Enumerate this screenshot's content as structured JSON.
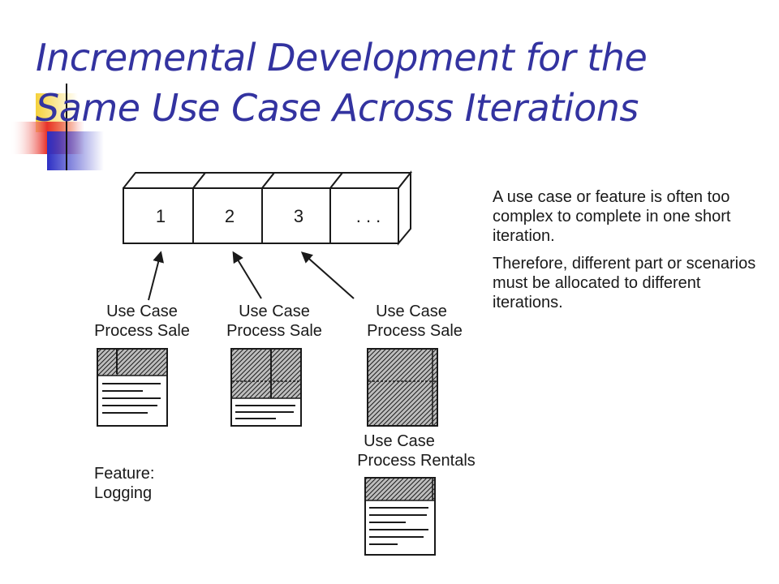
{
  "slide": {
    "title_lines": [
      "Incremental Development for the",
      "Same Use Case Across Iterations"
    ],
    "accent_colors": {
      "title": "#3333a0",
      "yellow": "#f5d13a",
      "red": "#e8322a",
      "blue": "#2c2fc4"
    }
  },
  "iterations": {
    "labels": [
      "1",
      "2",
      "3",
      ". . ."
    ]
  },
  "use_cases": [
    {
      "line1": "Use Case",
      "line2": "Process Sale",
      "completed_fraction": 0.33
    },
    {
      "line1": "Use Case",
      "line2": "Process Sale",
      "completed_fraction": 0.67
    },
    {
      "line1": "Use Case",
      "line2": "Process Sale",
      "completed_fraction": 1.0
    },
    {
      "line1": "Use Case",
      "line2": "Process Rentals",
      "completed_fraction": 0.33
    }
  ],
  "feature": {
    "line1": "Feature:",
    "line2": "Logging"
  },
  "explanation": {
    "paragraph1": "A use case or feature is often too complex to complete in one short iteration.",
    "paragraph2": "Therefore, different part or scenarios must be allocated to different iterations."
  }
}
